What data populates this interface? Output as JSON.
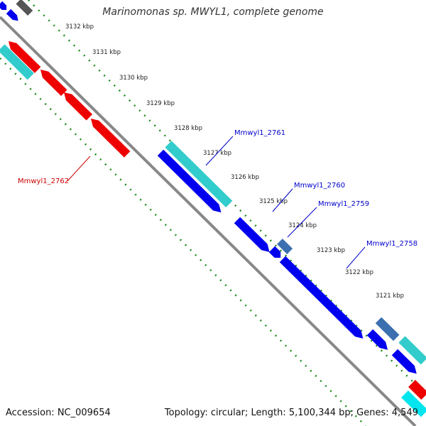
{
  "title": "Marinomonas sp. MWYL1, complete genome",
  "accession_text": "Accession: NC_009654",
  "summary_text": "Topology: circular; Length: 5,100,344 bp; Genes: 4,549",
  "colors": {
    "backbone": "#888888",
    "tick_dots": "#1e8c1e",
    "forward_gene": "#0000ee",
    "forward_gene_alt": "#3b6fb0",
    "reverse_gene": "#ee0000",
    "rna_cyan": "#33cccc",
    "gene_label_forward": "#0000cc",
    "gene_label_reverse": "#cc0000"
  },
  "ticks": [
    "3132 kbp",
    "3131 kbp",
    "3130 kbp",
    "3129 kbp",
    "3128 kbp",
    "3127 kbp",
    "3126 kbp",
    "3125 kbp",
    "3124 kbp",
    "3123 kbp",
    "3122 kbp",
    "3121 kbp"
  ],
  "gene_labels": [
    {
      "name": "Mmwyl1_2761",
      "strand": "forward"
    },
    {
      "name": "Mmwyl1_2760",
      "strand": "forward"
    },
    {
      "name": "Mmwyl1_2759",
      "strand": "forward"
    },
    {
      "name": "Mmwyl1_2758",
      "strand": "forward"
    },
    {
      "name": "Mmwyl1_2762",
      "strand": "reverse"
    }
  ]
}
